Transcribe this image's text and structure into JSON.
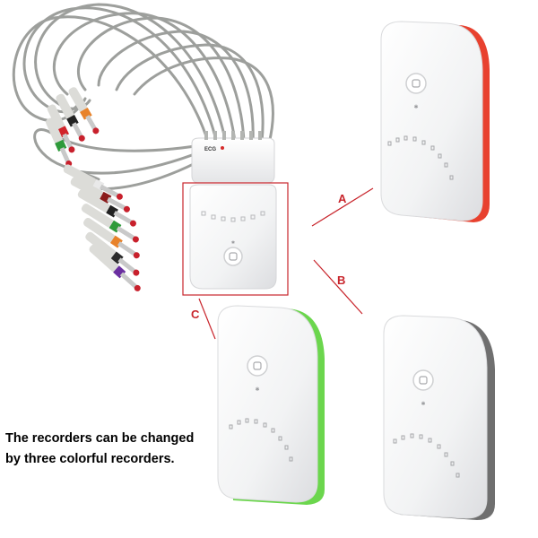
{
  "labels": {
    "a": "A",
    "b": "B",
    "c": "C"
  },
  "caption": {
    "line1": "The recorders can be changed",
    "line2": "by three colorful recorders."
  },
  "device_text": "ECG",
  "colors": {
    "red_trim": "#e8412f",
    "green_trim": "#6bd64d",
    "gray_trim": "#6f6f6f",
    "callout_line": "#c8242b",
    "body_white": "#f7f7f8",
    "cable_gray": "#9d9f9c"
  }
}
